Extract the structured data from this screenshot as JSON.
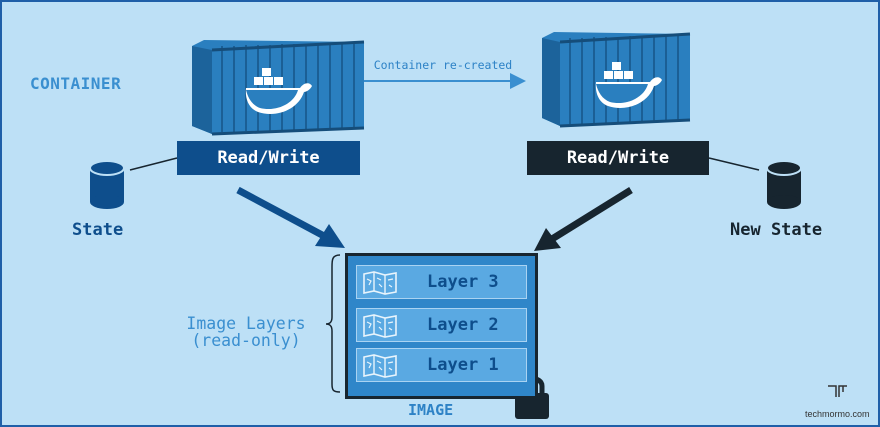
{
  "labels": {
    "container": "CONTAINER",
    "recreated": "Container re-created",
    "rw_left": "Read/Write",
    "rw_right": "Read/Write",
    "state": "State",
    "new_state": "New State",
    "image_layers_line1": "Image Layers",
    "image_layers_line2": "(read-only)",
    "image": "IMAGE",
    "brand": "techmormo.com"
  },
  "layers": [
    {
      "label": "Layer 3"
    },
    {
      "label": "Layer 2"
    },
    {
      "label": "Layer 1"
    }
  ],
  "icons": {
    "container_left": "shipping-container-icon",
    "container_right": "shipping-container-icon",
    "state_left": "database-icon",
    "state_right": "database-icon",
    "lock": "padlock-icon",
    "layer": "map-icon",
    "brand_logo": "techmormo-logo-icon"
  },
  "colors": {
    "background": "#bde0f6",
    "frame_border": "#1f5fa8",
    "accent_blue": "#3a8fd0",
    "dark_blue": "#0e4e8c",
    "dark": "#17252f",
    "container_blue": "#2a7fbf",
    "layer_fill": "#5aa9e2"
  }
}
